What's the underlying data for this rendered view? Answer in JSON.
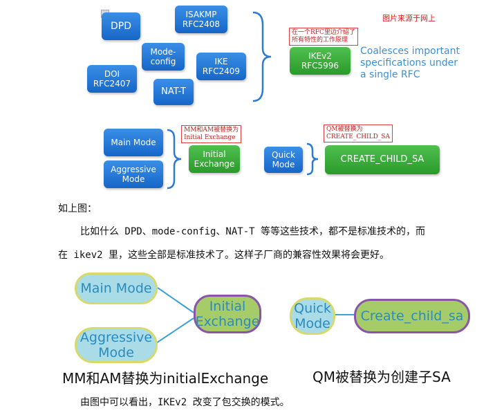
{
  "top": {
    "dpd": "DPD",
    "isakmp": "ISAKMP\nRFC2408",
    "mode_config": "Mode-\nconfig",
    "ike": "IKE\nRFC2409",
    "doi": "DOI\nRFC2407",
    "nat_t": "NAT-T",
    "ikev2": "IKEv2\nRFC5996",
    "note_rfc": "在一个RFC里边介绍了\n所有特性的工作原理",
    "source_note": "图片来源于网上",
    "coalesces": "Coalesces important\nspecifications under\na single RFC"
  },
  "middle": {
    "main_mode": "Main Mode",
    "aggressive_mode": "Aggressive\nMode",
    "note_mm": "MM和AM被替换为\nInitial Exchange",
    "initial_exchange": "Initial\nExchange",
    "quick_mode": "Quick\nMode",
    "note_qm": "QM被替换为\nCREATE_CHILD_SA",
    "create_child_sa": "CREATE_CHILD_SA"
  },
  "text": {
    "line1": "如上图：",
    "line2": "比如什么 DPD、mode-config、NAT-T 等等这些技术，都不是标准技术的，而",
    "line3": "在 ikev2 里，这些全部是标准技术了。这样子厂商的兼容性效果将会更好。"
  },
  "bottom": {
    "main_mode": "Main Mode",
    "aggressive_mode": "Aggressive\nMode",
    "initial_exchange": "Initial\nExchange",
    "quick_mode": "Quick\nMode",
    "create_child_sa": "Create_child_sa",
    "caption_left": "MM和AM替换为initialExchange",
    "caption_right": "QM被替换为创建子SA",
    "footer": "由图中可以看出，IKEv2 改变了包交换的模式。"
  },
  "colors": {
    "blue_box": "#1f74d6",
    "green_box": "#35a835",
    "note_red": "#e23b3b",
    "cyan_fill": "#a9dce6",
    "cyan_border": "#d7d96a",
    "green_fill": "#a6cc6a",
    "green_border": "#8a55a8",
    "link": "#3aa0d8"
  }
}
